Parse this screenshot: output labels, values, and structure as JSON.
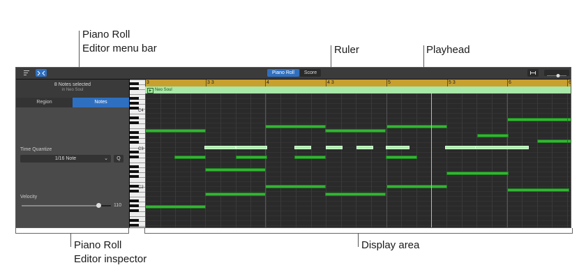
{
  "callouts": {
    "menubar_line1": "Piano Roll",
    "menubar_line2": "Editor menu bar",
    "ruler": "Ruler",
    "playhead": "Playhead",
    "inspector_line1": "Piano Roll",
    "inspector_line2": "Editor inspector",
    "display_area": "Display area"
  },
  "menubar": {
    "segments": [
      "Piano Roll",
      "Score"
    ],
    "active_segment": "Piano Roll",
    "filter_icon": "list-filter-icon",
    "catch_icon": "catch-mode-icon",
    "fit_icon": "horizontal-fit-icon",
    "zoom_icon": "zoom-slider-icon"
  },
  "inspector": {
    "selection_line1": "8 Notes selected",
    "selection_line2": "in Neo Soul",
    "tabs": [
      "Region",
      "Notes"
    ],
    "active_tab": "Notes",
    "time_quantize_label": "Time Quantize",
    "time_quantize_value": "1/16 Note",
    "quantize_button": "Q",
    "velocity_label": "Velocity",
    "velocity_value": "110",
    "velocity_fraction": 0.86
  },
  "piano": {
    "labels": [
      "C4",
      "C3",
      "C2"
    ]
  },
  "ruler": {
    "labels": [
      "3",
      "3 3",
      "4",
      "4 3",
      "5",
      "5 3",
      "6",
      "6"
    ]
  },
  "region": {
    "name": "Neo Soul"
  },
  "colors": {
    "accent_blue": "#2f6fc0",
    "ruler_gold": "#c8a030",
    "region_green": "#a8e8a8",
    "note_green": "#33b533",
    "note_selected": "#a8f0a8"
  }
}
